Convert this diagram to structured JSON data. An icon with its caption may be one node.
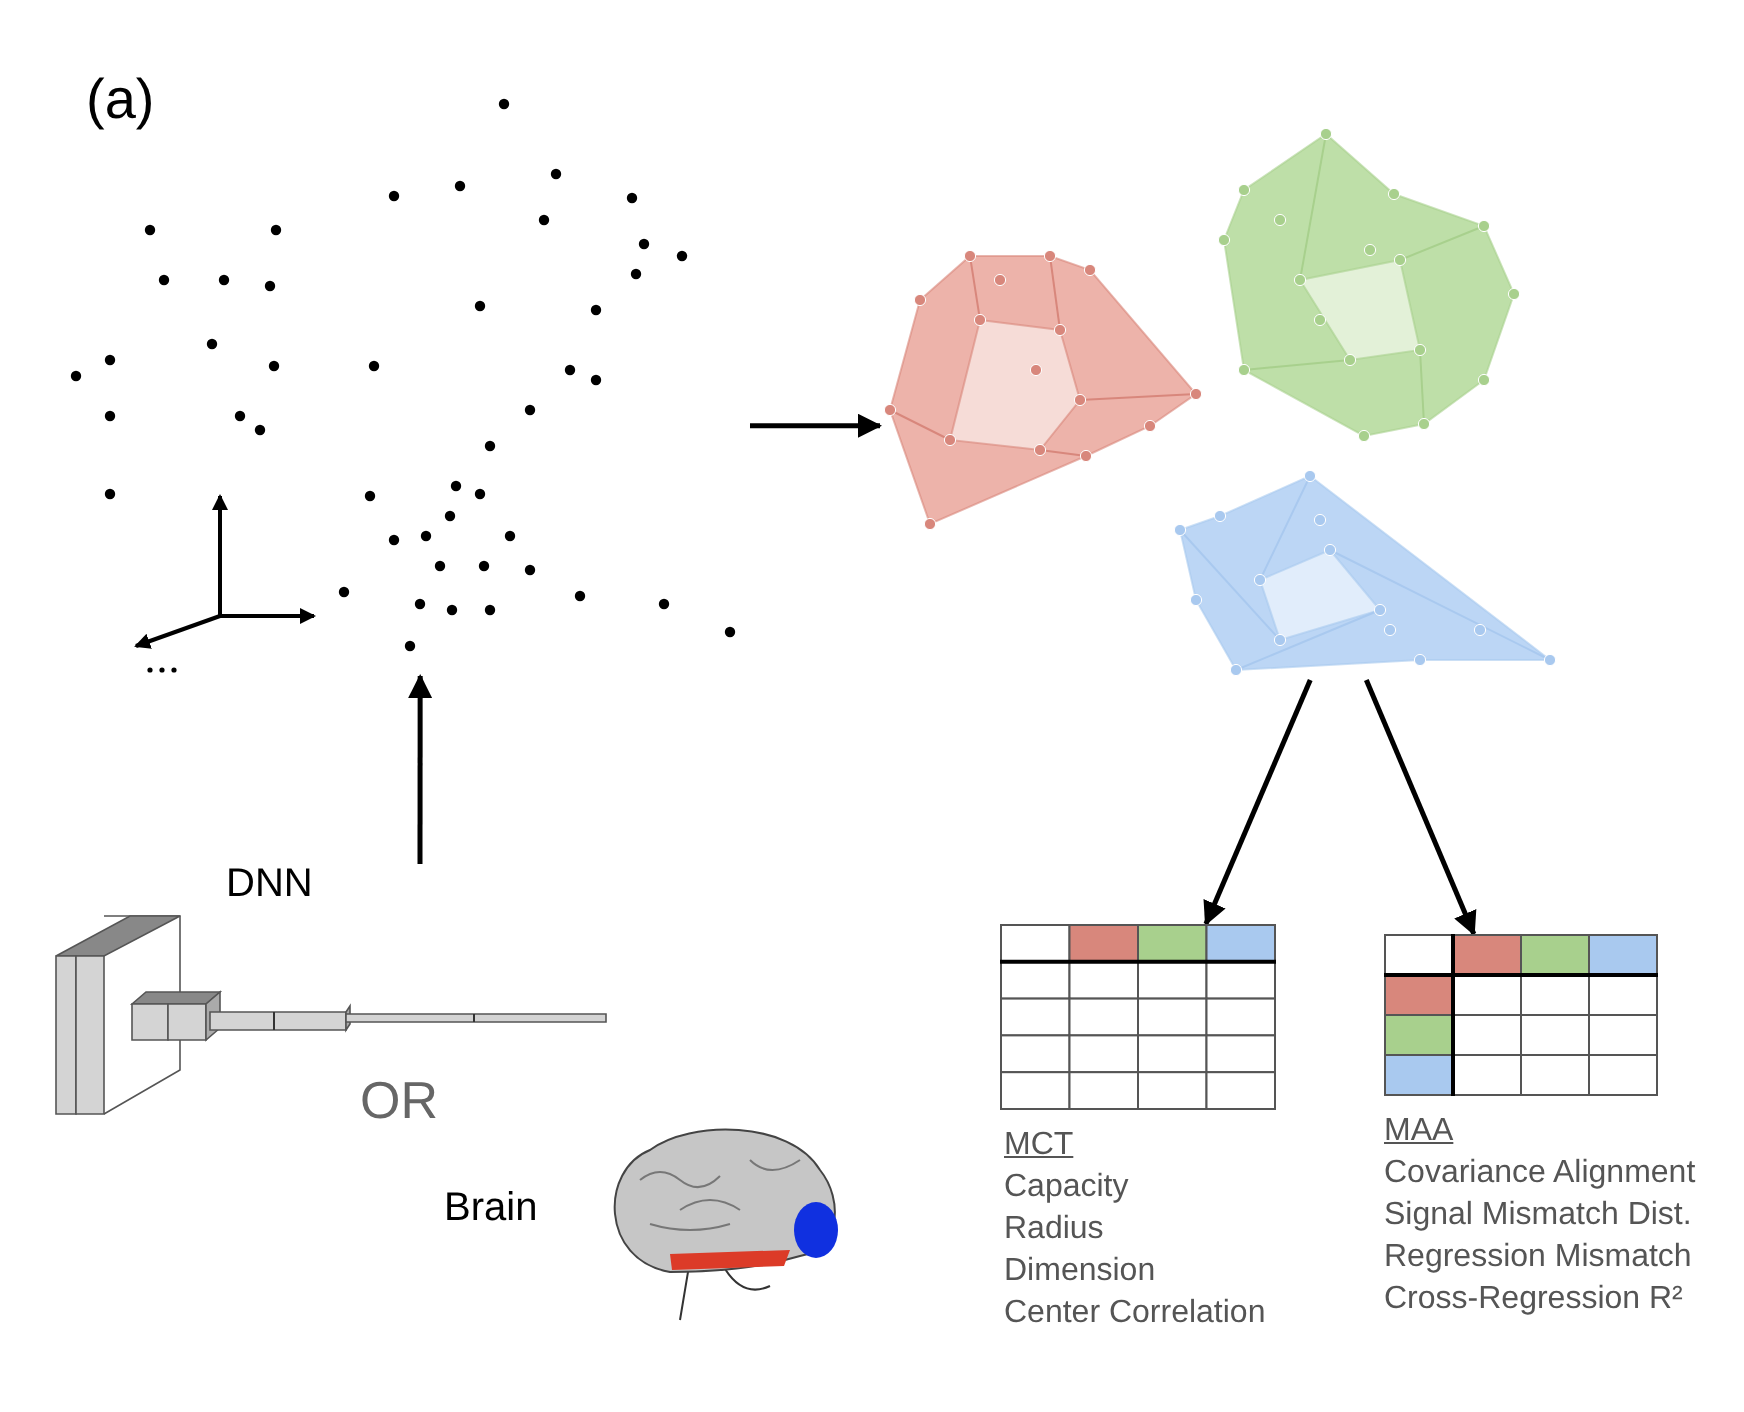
{
  "diagram": {
    "nodes": [
      {
        "text": [],
        "shape": "picture"
      },
      {
        "text": [],
        "shape": "picture"
      },
      {
        "text": [],
        "shape": "grid",
        "beside": [
          "MCT",
          "Capacity",
          "Radius",
          "Dimension",
          "Center Correlation"
        ]
      },
      {
        "text": [],
        "shape": "grid",
        "beside": [
          "MAA",
          "Covariance Alignment",
          "Signal Mismatch Dist.",
          "Regression Mismatch",
          "Cross-Regression R²"
        ]
      },
      {
        "text": [],
        "shape": "picture",
        "beside": [
          "DNN"
        ]
      },
      {
        "text": [],
        "shape": "picture",
        "beside": [
          "Brain"
        ]
      }
    ],
    "edges": [
      {
        "from": null,
        "to": 0,
        "arrow": "to"
      },
      {
        "from": 0,
        "to": 1,
        "arrow": "to"
      },
      {
        "from": 1,
        "to": 2,
        "arrow": "to"
      },
      {
        "from": 1,
        "to": 3,
        "arrow": "to"
      }
    ],
    "labels": [
      "(a)",
      "OR"
    ]
  }
}
